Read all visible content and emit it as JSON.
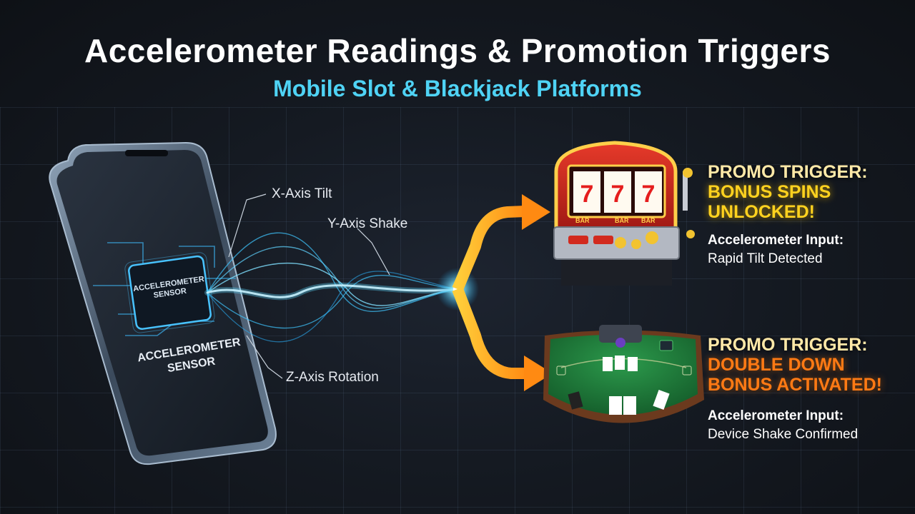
{
  "header": {
    "title": "Accelerometer Readings & Promotion Triggers",
    "subtitle": "Mobile Slot & Blackjack Platforms"
  },
  "sensor": {
    "chip_label": "ACCELEROMETER SENSOR",
    "label": "ACCELEROMETER SENSOR",
    "axes": {
      "x": "X-Axis Tilt",
      "y": "Y-Axis Shake",
      "z": "Z-Axis Rotation"
    }
  },
  "promos": [
    {
      "heading": "PROMO TRIGGER:",
      "value_line1": "BONUS SPINS",
      "value_line2": "UNLOCKED!",
      "input_label": "Accelerometer Input:",
      "input_value": "Rapid Tilt Detected"
    },
    {
      "heading": "PROMO TRIGGER:",
      "value_line1": "DOUBLE DOWN",
      "value_line2": "BONUS ACTIVATED!",
      "input_label": "Accelerometer Input:",
      "input_value": "Device Shake Confirmed"
    }
  ],
  "slot_reels": [
    "7",
    "7",
    "7"
  ],
  "slot_bar_label": "BAR",
  "colors": {
    "accent_cyan": "#4fd3f5",
    "arrow_orange": "#ff9a1a",
    "promo_yellow": "#ffd21f",
    "promo_orange": "#ff7a14",
    "felt_green": "#1e7a3a"
  }
}
